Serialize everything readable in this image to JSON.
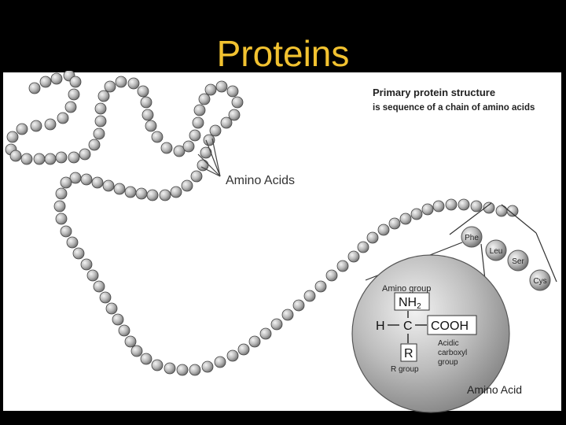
{
  "slide_title": "Proteins",
  "diagram": {
    "heading": "Primary protein structure",
    "subheading": "is sequence of a chain of amino acids",
    "amino_acids_label": "Amino Acids",
    "residues": [
      "Phe",
      "Leu",
      "Ser",
      "Cys"
    ],
    "amino_acid_detail": {
      "amino_group_label": "Amino group",
      "nh2": "NH",
      "nh2_sub": "2",
      "h": "H",
      "c": "C",
      "cooh": "COOH",
      "r": "R",
      "acid_label": [
        "Acidic",
        "carboxyl",
        "group"
      ],
      "r_group_label": "R group",
      "caption": "Amino Acid"
    }
  }
}
